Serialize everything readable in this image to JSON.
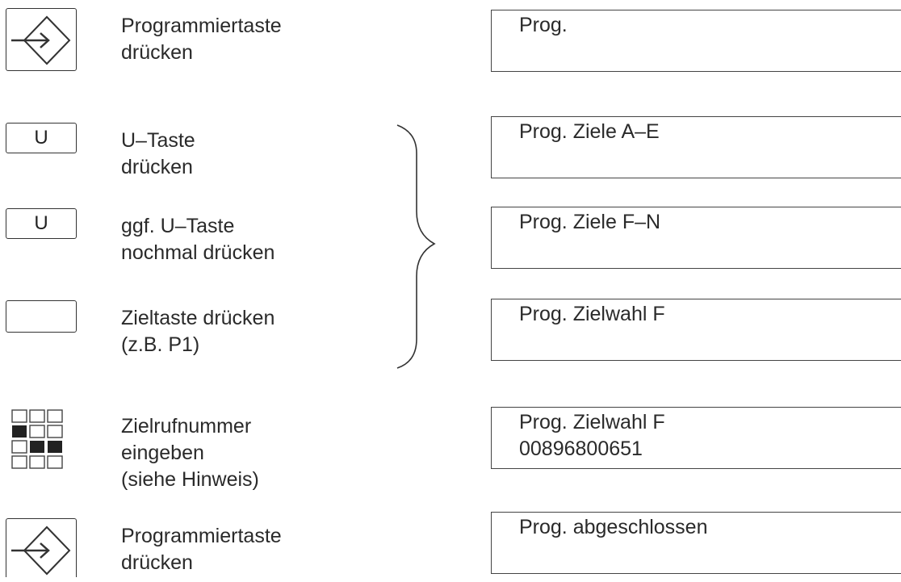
{
  "steps": [
    {
      "key": "program-key",
      "label_lines": [
        "Programmiertaste",
        "drücken"
      ],
      "display_lines": [
        "Prog."
      ]
    },
    {
      "key": "u-key",
      "key_label": "U",
      "label_lines": [
        "U–Taste",
        "drücken"
      ],
      "display_lines": [
        "Prog. Ziele A–E"
      ]
    },
    {
      "key": "u-key",
      "key_label": "U",
      "label_lines": [
        "ggf. U–Taste",
        "nochmal drücken"
      ],
      "display_lines": [
        "Prog. Ziele F–N"
      ]
    },
    {
      "key": "blank-key",
      "label_lines": [
        "Zieltaste drücken",
        "(z.B. P1)"
      ],
      "display_lines": [
        "Prog. Zielwahl F"
      ]
    },
    {
      "key": "keypad",
      "label_lines": [
        "Zielrufnummer",
        "eingeben",
        "(siehe Hinweis)"
      ],
      "display_lines": [
        "Prog. Zielwahl F",
        "00896800651"
      ]
    },
    {
      "key": "program-key",
      "label_lines": [
        "Programmiertaste",
        "drücken"
      ],
      "display_lines": [
        "Prog. abgeschlossen"
      ]
    }
  ]
}
